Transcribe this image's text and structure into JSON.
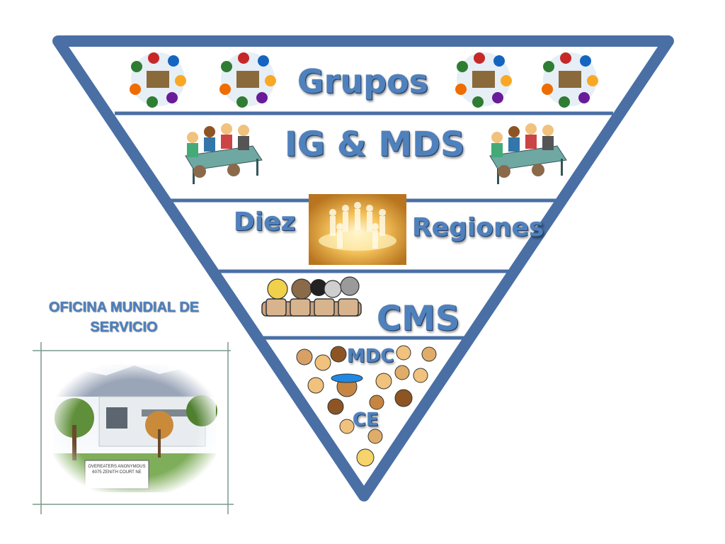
{
  "levels": [
    {
      "label": "Grupos"
    },
    {
      "label": "IG & MDS"
    },
    {
      "label_left": "Diez",
      "label_right": "Regiones"
    },
    {
      "label": "CMS"
    },
    {
      "label_top": "MDC",
      "label_bottom": "CE"
    }
  ],
  "office": {
    "title_line1": "OFICINA MUNDIAL DE",
    "title_line2": "SERVICIO",
    "sign_line1": "OVEREATERS ANONYMOUS",
    "sign_line2": "6075 ZENITH COURT NE"
  },
  "colors": {
    "frame": "#4a6fa5",
    "label": "#4f81bd",
    "label_shadow": "#1f3f6a"
  },
  "icons": {
    "groups": "group-meeting-clipart",
    "committee": "committee-table-clipart",
    "regions": "people-circle-light-clipart",
    "board": "trustees-board-clipart",
    "delegates": "diverse-faces-clipart",
    "office": "office-building-photo"
  }
}
